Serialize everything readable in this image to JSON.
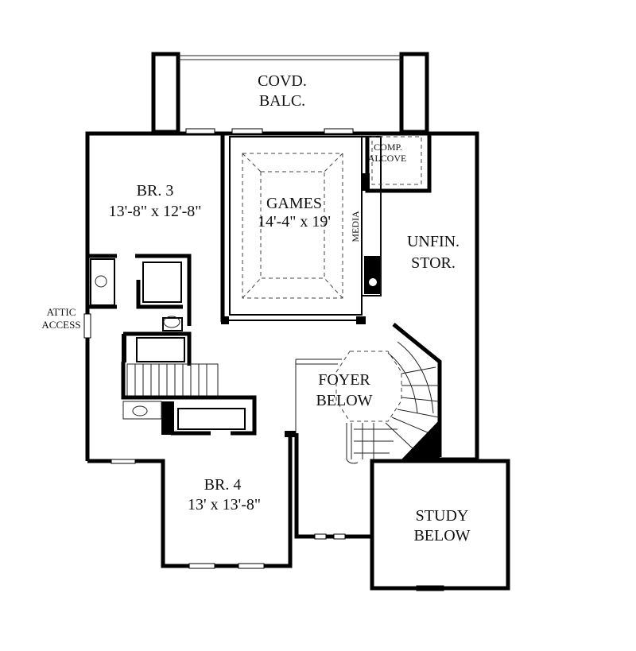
{
  "rooms": {
    "balcony": [
      "COVD.",
      "BALC."
    ],
    "comp_alcove": [
      "COMP.",
      "ALCOVE"
    ],
    "br3": [
      "BR. 3",
      "13'-8\" x 12'-8\""
    ],
    "games": [
      "GAMES",
      "14'-4\" x 19'"
    ],
    "media": "MEDIA",
    "unfin_stor": [
      "UNFIN.",
      "STOR."
    ],
    "attic": [
      "ATTIC",
      "ACCESS"
    ],
    "foyer": [
      "FOYER",
      "BELOW"
    ],
    "br4": [
      "BR. 4",
      "13' x 13'-8\""
    ],
    "study": [
      "STUDY",
      "BELOW"
    ]
  }
}
